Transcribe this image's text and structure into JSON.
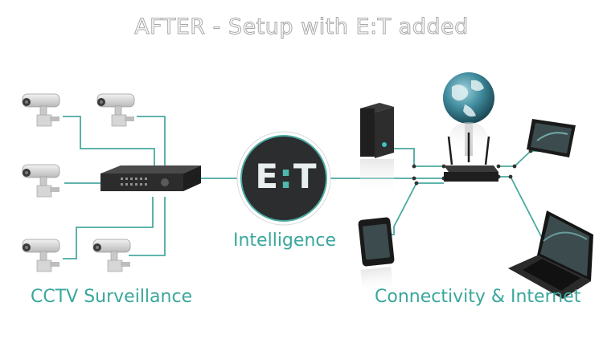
{
  "title": "AFTER - Setup with E:T added",
  "labels": {
    "cctv": "CCTV Surveillance",
    "intelligence": "Intelligence",
    "connectivity": "Connectivity & Internet"
  },
  "logo": {
    "left": "E",
    "colon": ":",
    "right": "T"
  },
  "colors": {
    "accent": "#3aa79c",
    "line": "#4aa9a0",
    "logo_bg": "#2b2d2e"
  },
  "icons": [
    "cctv-camera-icon",
    "dvr-recorder-icon",
    "et-logo-icon",
    "pc-tower-icon",
    "globe-icon",
    "wifi-router-icon",
    "tablet-icon",
    "smartphone-icon",
    "laptop-icon"
  ]
}
